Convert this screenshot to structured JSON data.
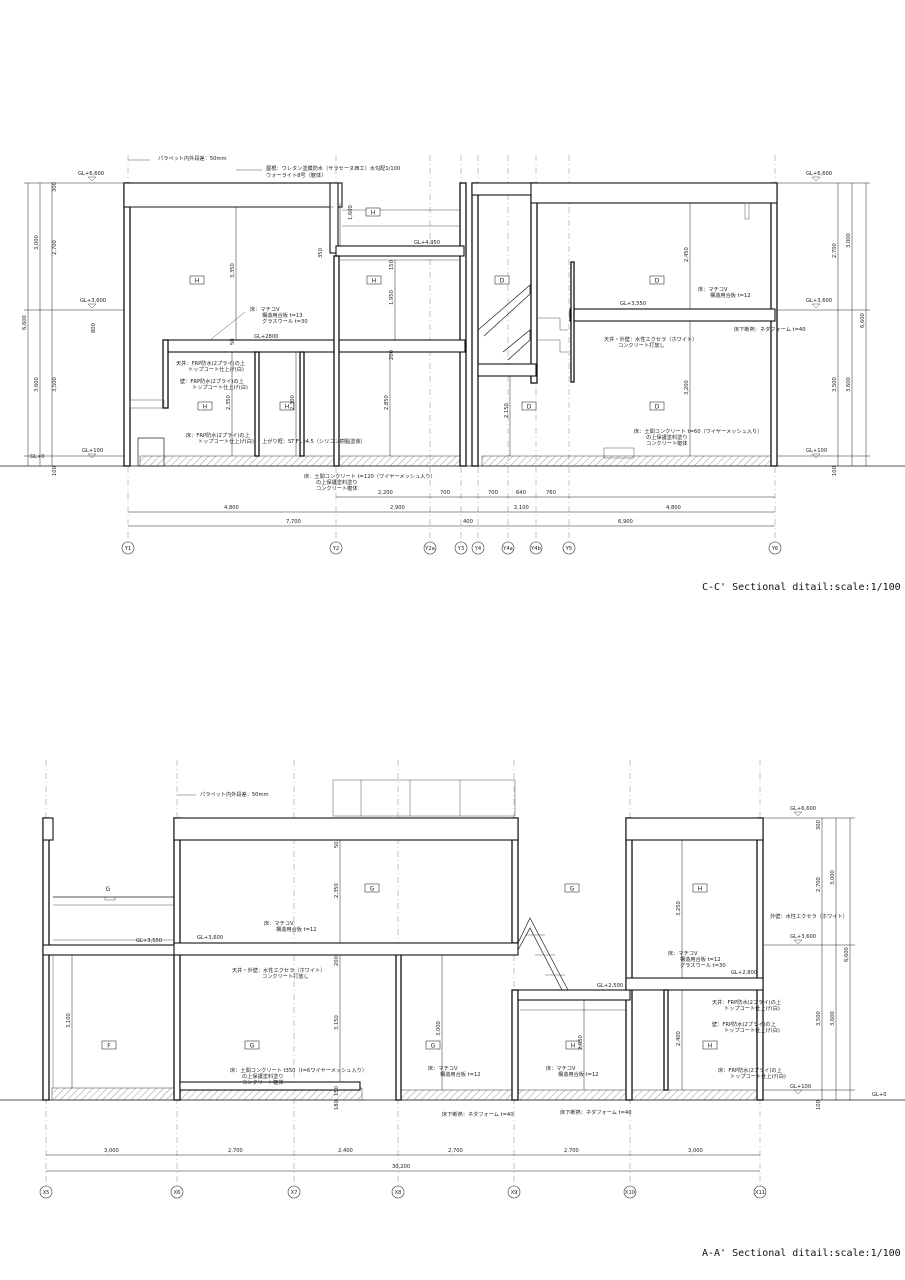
{
  "section_cc": {
    "title": "C-C' Sectional ditail:scale:1/100",
    "grid_axes": [
      "Y1",
      "Y2",
      "Y2a",
      "Y3",
      "Y4",
      "Y4a",
      "Y4b",
      "Y5",
      "Y6"
    ],
    "dim_row1": [
      "4,800",
      "2,200",
      "700",
      "700",
      "640",
      "760",
      "4,800"
    ],
    "dim_row2": [
      "4,800",
      "2,900",
      "2,100"
    ],
    "dim_row3": [
      "7,700",
      "400",
      "6,900"
    ],
    "levels": [
      "GL+6,600",
      "GL+3,600",
      "GL+100",
      "GL+0",
      "GL+4,950",
      "GL+2800",
      "GL+3,550"
    ],
    "left_dims": [
      "300",
      "3,000",
      "2,700",
      "6,600",
      "800",
      "3,600",
      "3,500",
      "100"
    ],
    "right_dims": [
      "2,700",
      "3,000",
      "6,600",
      "3,500",
      "3,600",
      "100"
    ],
    "rooms": [
      "H",
      "H",
      "H",
      "H",
      "H",
      "D",
      "D",
      "D",
      "D"
    ],
    "inner_dims": [
      "3,350",
      "1,950",
      "2,350",
      "2,300",
      "2,850",
      "2,150",
      "1,600",
      "2,450",
      "3,200",
      "150",
      "50",
      "200",
      "350"
    ],
    "notes": {
      "parapet": "パラペット内外段差：50mm",
      "roof": "屋根：ウレタン塗膜防水（サラセーヌ西工）水勾配1/100",
      "roof2": "ウォーライト8号（躯体）",
      "floor1": "床：マチコV",
      "floor1b": "構造用合板 t=13",
      "floor1c": "グラスウール t=30",
      "ceil1": "天井：FRP防水(2プライ)の上",
      "ceil1b": "トップコート仕上げ(白)",
      "wall1": "壁：FRP防水(2プライ)の上",
      "wall1b": "トップコート仕上げ(白)",
      "floor2": "床：FRP防水(2プライ)の上",
      "floor2b": "トップコート仕上げ(白)",
      "step": "上がり框：ST FL t4.5（シリコン樹脂塗装）",
      "earth": "床：土間コンクリート t=120（ワイヤーメッシュ入り）",
      "earthb": "の上保護塗料塗り",
      "earthc": "コンクリート躯体",
      "floorR": "床：マチコV",
      "floorRb": "構造用合板 t=12",
      "ceilR": "天井・外壁：水性エクセラ（ホワイト）",
      "ceilRb": "コンクリート打放し",
      "insul": "床下断熱：ネダフォーム t=40",
      "earthR": "床：土間コンクリート t=60（ワイヤーメッシュ入り）",
      "earthRb": "の上保護塗料塗り",
      "earthRc": "コンクリート躯体"
    }
  },
  "section_aa": {
    "title": "A-A' Sectional ditail:scale:1/100",
    "grid_axes": [
      "X5",
      "X6",
      "X7",
      "X8",
      "X9",
      "X10",
      "X11"
    ],
    "dim_row1": [
      "3,000",
      "2,700",
      "2,400",
      "2,700",
      "2,700",
      "3,000"
    ],
    "dim_total": "30,200",
    "levels": [
      "GL+6,600",
      "GL+3,600",
      "GL+3,550",
      "GL+2,800",
      "GL+2,500",
      "GL+100",
      "GL+0",
      "GL+3,600"
    ],
    "right_dims": [
      "300",
      "2,700",
      "3,000",
      "6,600",
      "3,500",
      "3,600",
      "100"
    ],
    "rooms": [
      "G",
      "G",
      "G",
      "H",
      "F",
      "G",
      "G",
      "H",
      "H"
    ],
    "inner_dims": [
      "2,350",
      "3,150",
      "3,000",
      "2,050",
      "2,400",
      "3,250",
      "3,100",
      "150",
      "50",
      "200",
      "180"
    ],
    "notes": {
      "parapet": "パラペット内外段差：50mm",
      "floor1": "床：マチコV",
      "floor1b": "構造用合板 t=12",
      "ceil1": "天井・外壁：水性エクセラ（ホワイト）",
      "ceil1b": "コンクリート打放し",
      "earth": "床：土間コンクリート t350（t=6ワイヤーメッシュ入り）",
      "earthb": "の上保護塗料塗り",
      "earthc": "コンクリート躯体",
      "floorG": "床：マチコV",
      "floorGb": "構造用合板 t=12",
      "floorH": "床：マチコV",
      "floorHb": "構造用合板 t=12",
      "insul1": "床下断熱：ネダフォーム t=40",
      "insul2": "床下断熱：ネダフォーム t=40",
      "extwall": "外壁：水性エクセラ（ホワイト）",
      "floorR": "床：マチコV",
      "floorRb": "構造用合板 t=12",
      "floorRc": "グラスウール t=30",
      "ceilR": "天井：FRP防水(2プライ)の上",
      "ceilRb": "トップコート仕上げ(白)",
      "wallR": "壁：FRP防水(2プライ)の上",
      "wallRb": "トップコート仕上げ(白)",
      "floorR2": "床：FRP防水(2プライ)の上",
      "floorR2b": "トップコート仕上げ(白)"
    }
  }
}
